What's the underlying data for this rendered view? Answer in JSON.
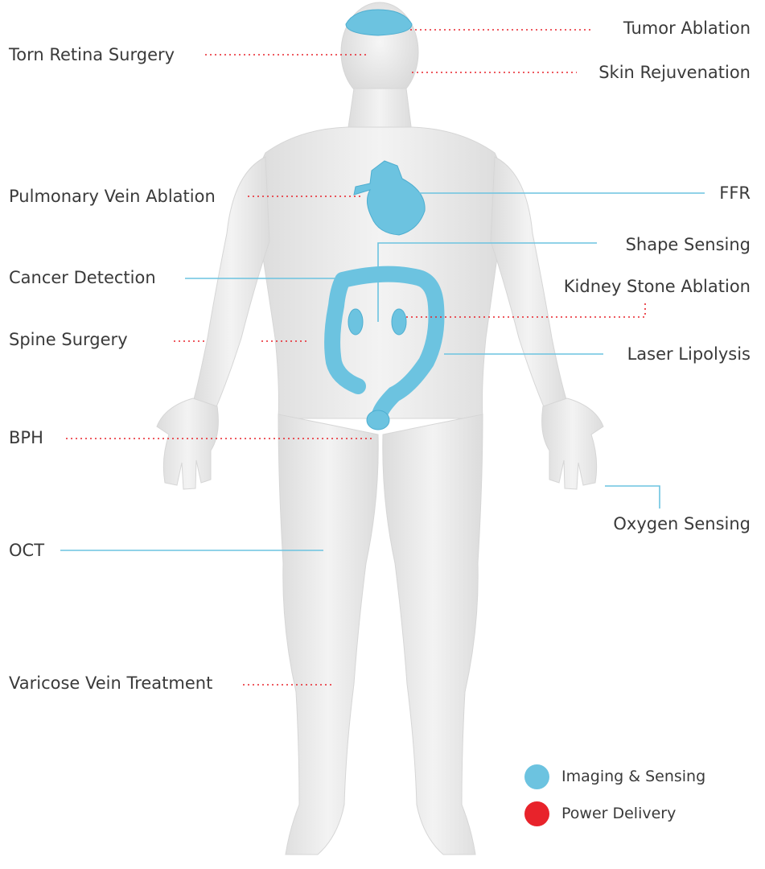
{
  "colors": {
    "imaging": "#6cc3e0",
    "power": "#e8232b",
    "body": "#ebebeb",
    "text": "#3a3a3a"
  },
  "labels": {
    "tumor_ablation": "Tumor Ablation",
    "torn_retina": "Torn Retina Surgery",
    "skin_rejuvenation": "Skin Rejuvenation",
    "pulmonary_vein": "Pulmonary Vein Ablation",
    "ffr": "FFR",
    "shape_sensing": "Shape Sensing",
    "cancer_detection": "Cancer Detection",
    "kidney_stone": "Kidney Stone Ablation",
    "spine_surgery": "Spine Surgery",
    "laser_lipolysis": "Laser Lipolysis",
    "bph": "BPH",
    "oxygen_sensing": "Oxygen Sensing",
    "oct": "OCT",
    "varicose_vein": "Varicose Vein Treatment"
  },
  "legend": {
    "imaging_label": "Imaging & Sensing",
    "power_label": "Power Delivery"
  }
}
